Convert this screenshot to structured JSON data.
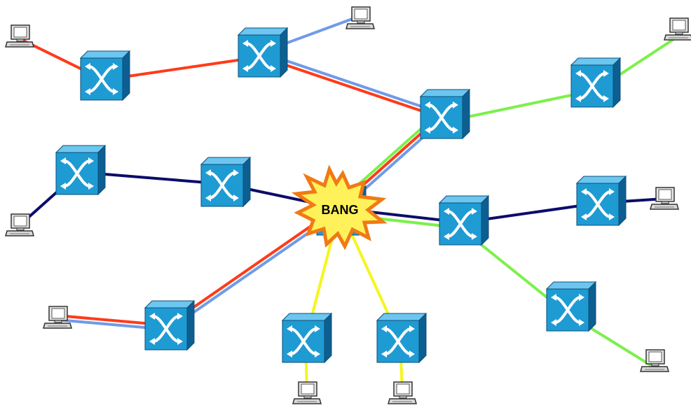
{
  "burst": {
    "label": "BANG"
  },
  "colors": {
    "red": "#ff3b1a",
    "blue": "#6f9be8",
    "green": "#7cf04a",
    "navy": "#0c0c6b",
    "yellow": "#f5f51e",
    "switch_front": "#1f9bd3",
    "switch_top": "#6cc6ef",
    "switch_side": "#0d5f91",
    "burst_fill": "#fff15a",
    "burst_stroke": "#f07a14"
  },
  "switches": [
    {
      "id": "s1"
    },
    {
      "id": "s2"
    },
    {
      "id": "s3"
    },
    {
      "id": "s4"
    },
    {
      "id": "s5"
    },
    {
      "id": "s6"
    },
    {
      "id": "s7"
    },
    {
      "id": "s8"
    },
    {
      "id": "s9"
    },
    {
      "id": "s10"
    },
    {
      "id": "s11"
    },
    {
      "id": "s12"
    },
    {
      "id": "s13"
    }
  ],
  "computers": [
    {
      "id": "pc1"
    },
    {
      "id": "pc2"
    },
    {
      "id": "pc3"
    },
    {
      "id": "pc4"
    },
    {
      "id": "pc5"
    },
    {
      "id": "pc6"
    },
    {
      "id": "pc7"
    },
    {
      "id": "pc8"
    },
    {
      "id": "pc9"
    },
    {
      "id": "pc10"
    },
    {
      "id": "pc11"
    }
  ],
  "links": [
    {
      "from": "pc1",
      "to": "s1",
      "color": "red"
    },
    {
      "from": "s1",
      "to": "s2",
      "color": "red"
    },
    {
      "from": "s2",
      "to": "pc2",
      "color": "blue"
    },
    {
      "from": "s2",
      "to": "s3",
      "color": "red"
    },
    {
      "from": "s2",
      "to": "s3",
      "color": "blue"
    },
    {
      "from": "s3",
      "to": "s4",
      "color": "green"
    },
    {
      "from": "s4",
      "to": "pc3",
      "color": "green"
    },
    {
      "from": "s3",
      "to": "bang",
      "color": "red"
    },
    {
      "from": "s3",
      "to": "bang",
      "color": "blue"
    },
    {
      "from": "s3",
      "to": "bang",
      "color": "green"
    },
    {
      "from": "s5",
      "to": "s6",
      "color": "navy"
    },
    {
      "from": "s5",
      "to": "pc4",
      "color": "navy"
    },
    {
      "from": "s6",
      "to": "bang",
      "color": "navy"
    },
    {
      "from": "bang",
      "to": "s8",
      "color": "navy"
    },
    {
      "from": "bang",
      "to": "s8",
      "color": "green"
    },
    {
      "from": "s8",
      "to": "s9",
      "color": "navy"
    },
    {
      "from": "s9",
      "to": "pc5",
      "color": "navy"
    },
    {
      "from": "s8",
      "to": "s10",
      "color": "green"
    },
    {
      "from": "s10",
      "to": "pc6",
      "color": "green"
    },
    {
      "from": "bang",
      "to": "s11",
      "color": "red"
    },
    {
      "from": "bang",
      "to": "s11",
      "color": "blue"
    },
    {
      "from": "s11",
      "to": "pc7",
      "color": "red"
    },
    {
      "from": "s11",
      "to": "pc7",
      "color": "blue"
    },
    {
      "from": "bang",
      "to": "s12",
      "color": "yellow"
    },
    {
      "from": "bang",
      "to": "s13",
      "color": "yellow"
    },
    {
      "from": "s12",
      "to": "pc8",
      "color": "yellow"
    },
    {
      "from": "s13",
      "to": "pc9",
      "color": "yellow"
    }
  ]
}
